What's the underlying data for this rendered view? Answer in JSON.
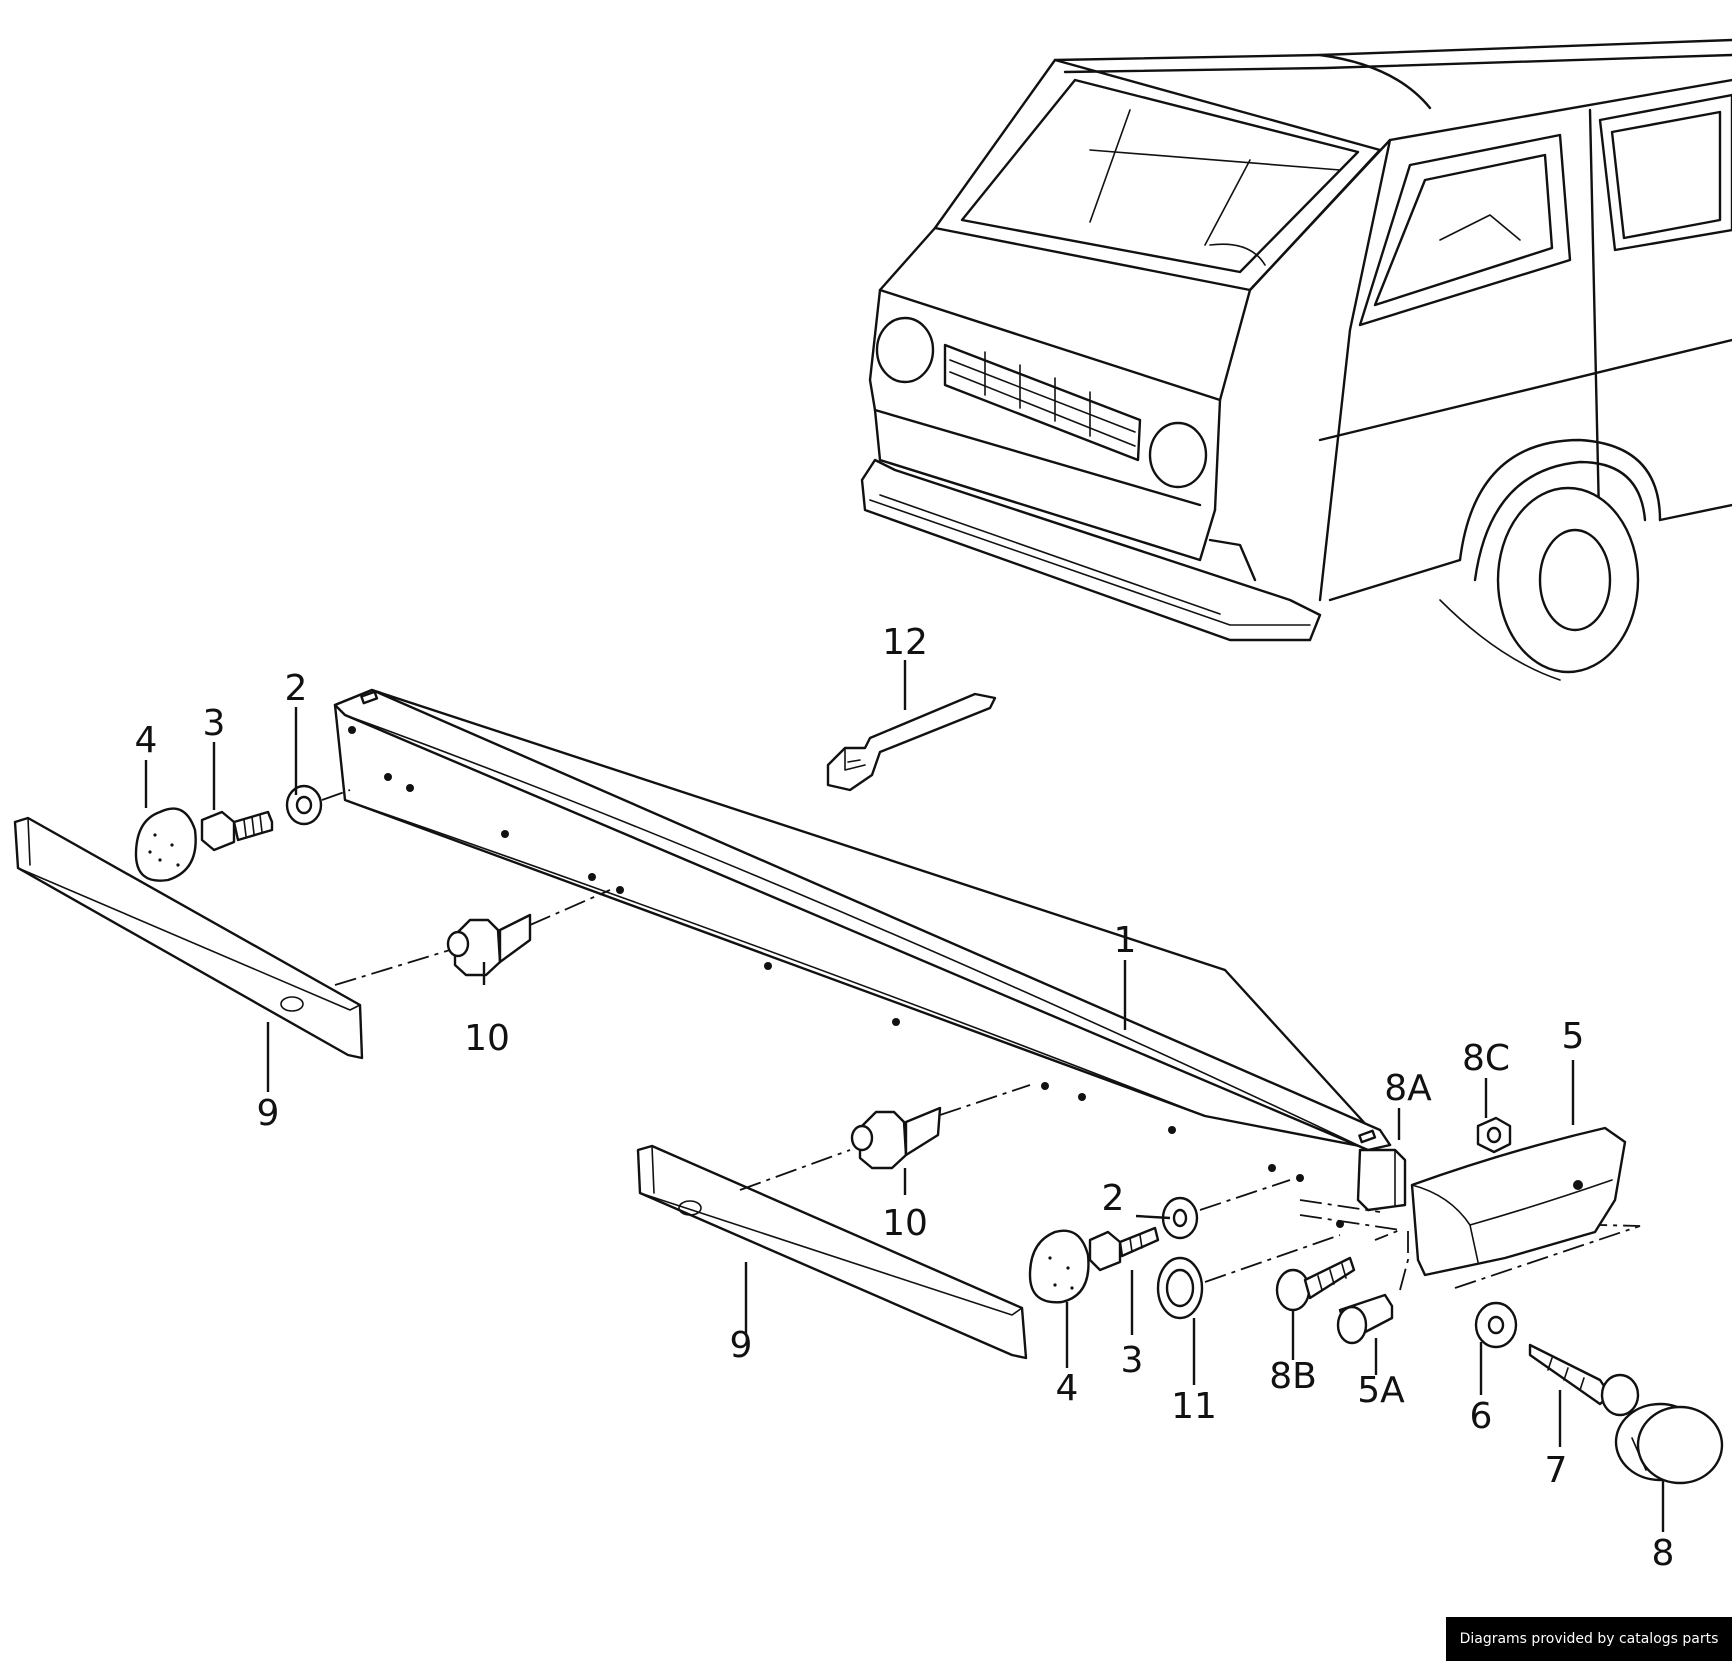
{
  "callouts": {
    "c1": "1",
    "c2_top": "2",
    "c2_bottom": "2",
    "c3_top": "3",
    "c3_bottom": "3",
    "c4_top": "4",
    "c4_bottom": "4",
    "c5": "5",
    "c5a": "5A",
    "c6": "6",
    "c7": "7",
    "c8": "8",
    "c8a": "8A",
    "c8b": "8B",
    "c8c": "8C",
    "c9_left": "9",
    "c9_right": "9",
    "c10_left": "10",
    "c10_right": "10",
    "c11": "11",
    "c12": "12"
  },
  "credit": "Diagrams provided by catalogs parts"
}
